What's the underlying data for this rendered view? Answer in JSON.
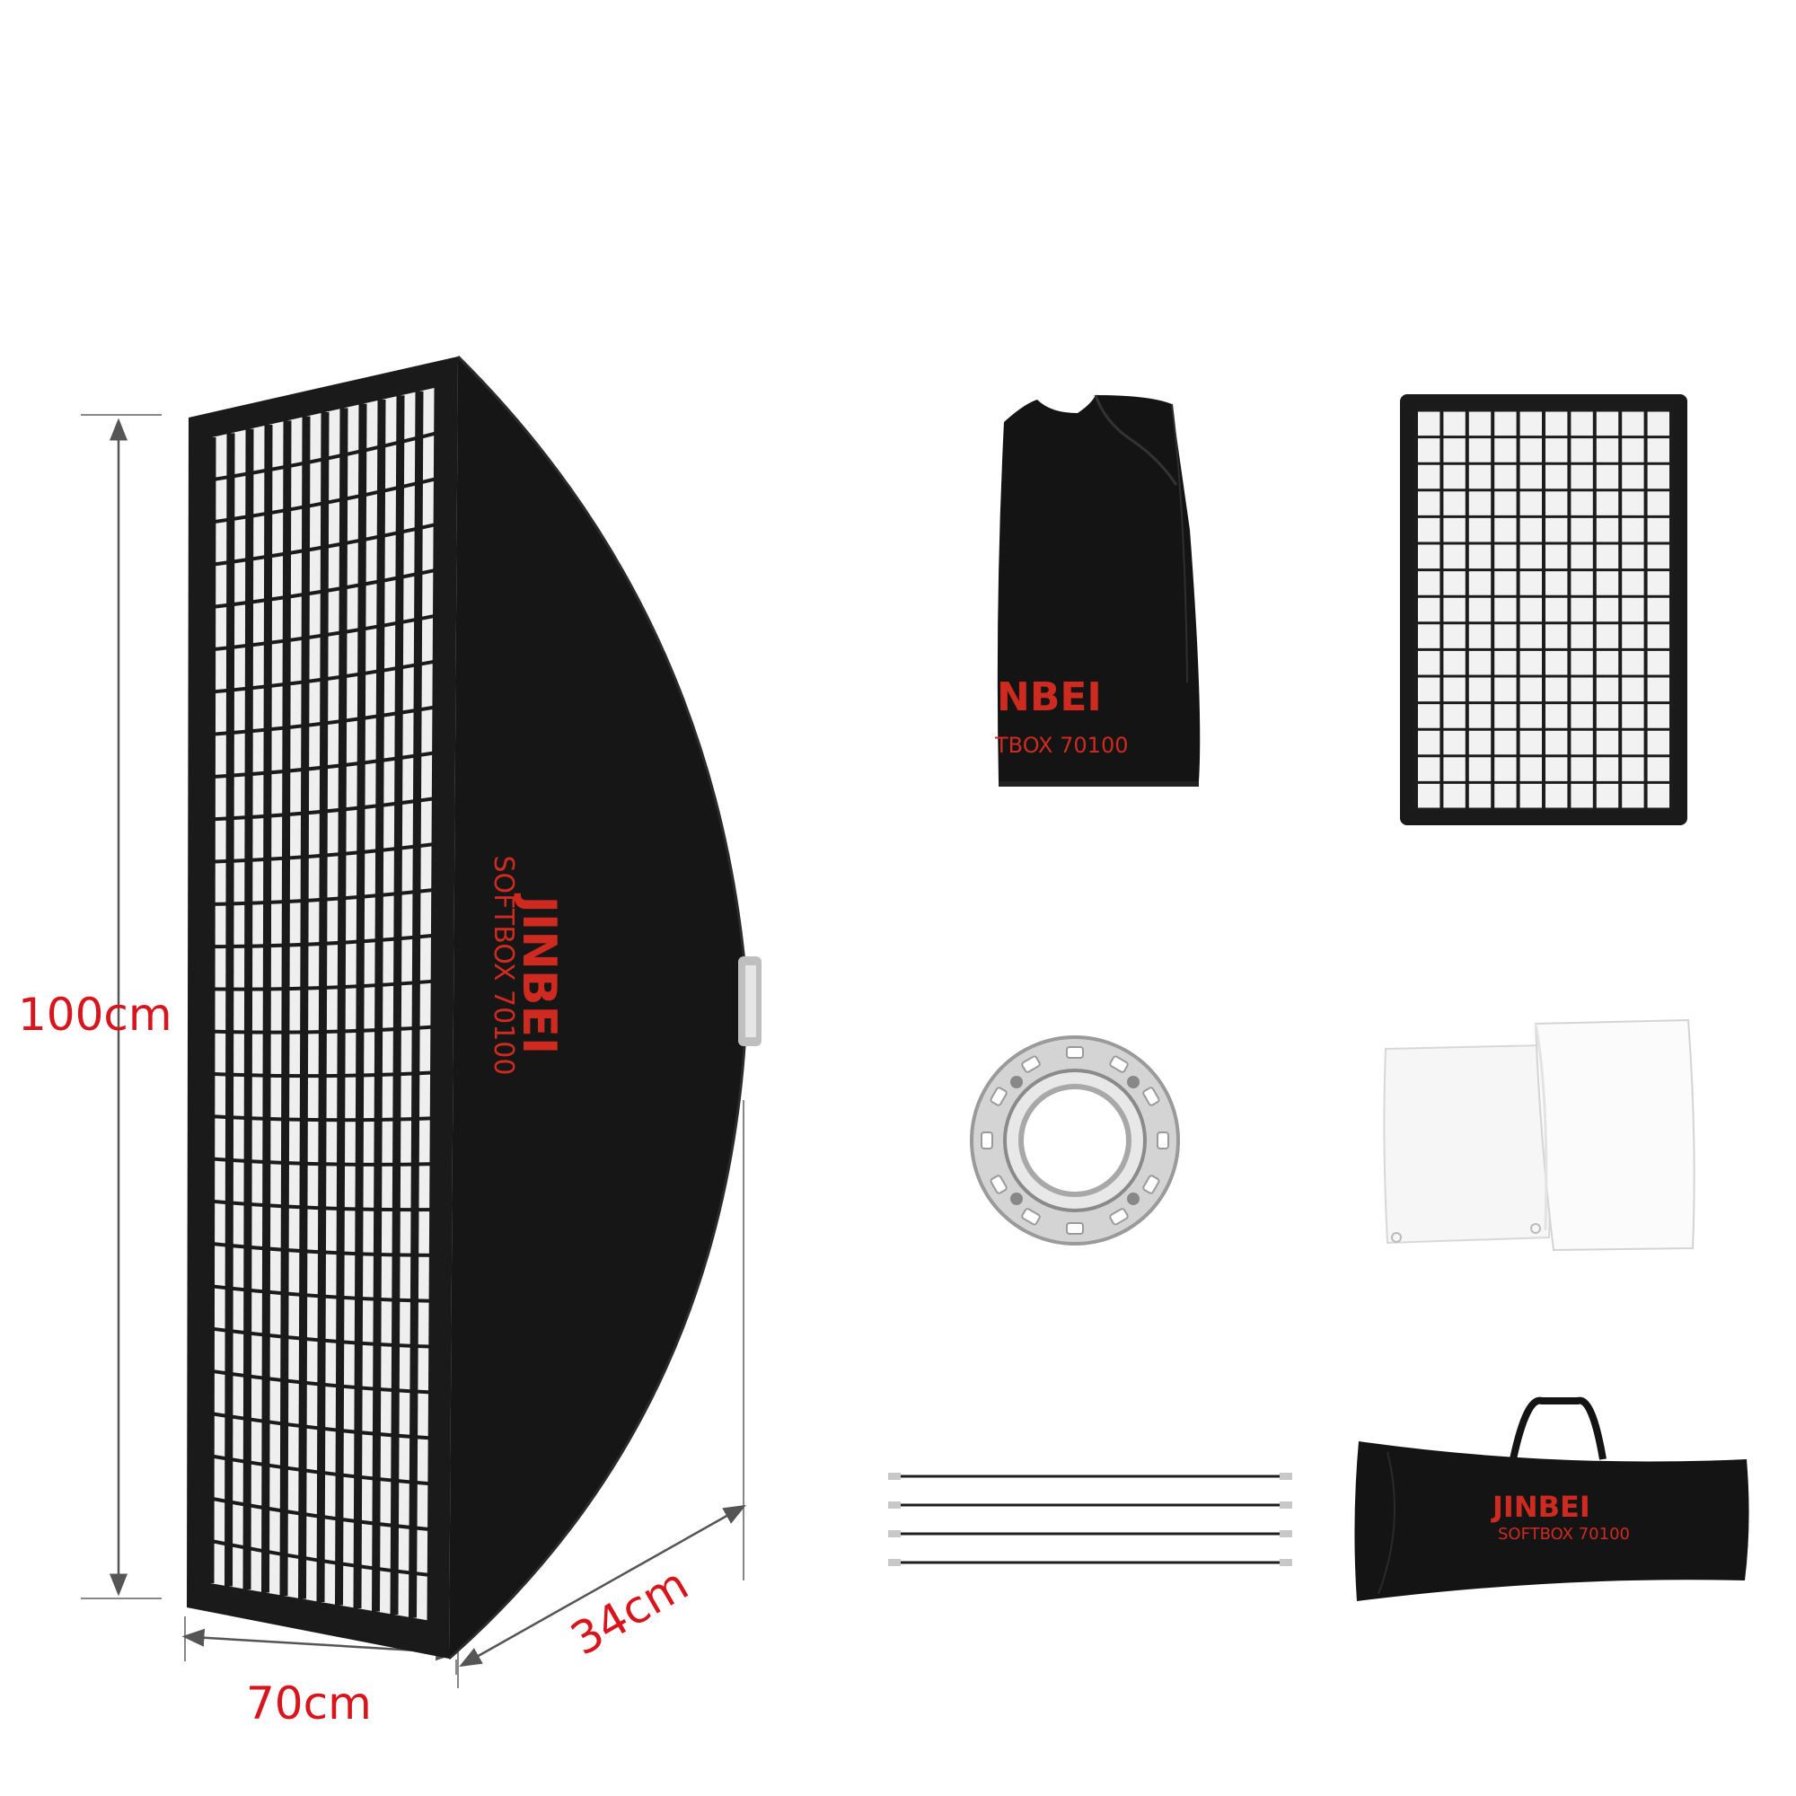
{
  "dimensions": {
    "height_label": "100cm",
    "width_label": "70cm",
    "depth_label": "34cm"
  },
  "softbox": {
    "brand": "JINBEI",
    "model": "SOFTBOX 70100"
  },
  "folded_softbox": {
    "brand_partial": "NBEI",
    "model_partial": "TBOX 70100"
  },
  "carry_bag": {
    "brand": "JINBEI",
    "model": "SOFTBOX 70100"
  },
  "colors": {
    "dimension_red": "#d8141c",
    "brand_red": "#cf2a20",
    "fabric_black": "#141414"
  }
}
